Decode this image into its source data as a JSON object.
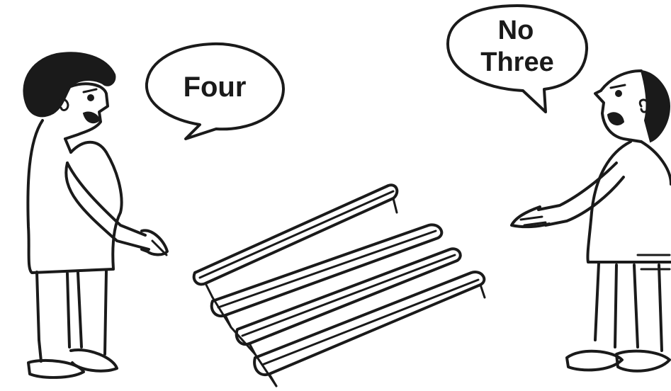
{
  "bubbles": {
    "left": {
      "text": "Four"
    },
    "right": {
      "line1": "No",
      "line2": "Three"
    }
  },
  "colors": {
    "ink": "#1a1a1a",
    "background": "#ffffff"
  }
}
